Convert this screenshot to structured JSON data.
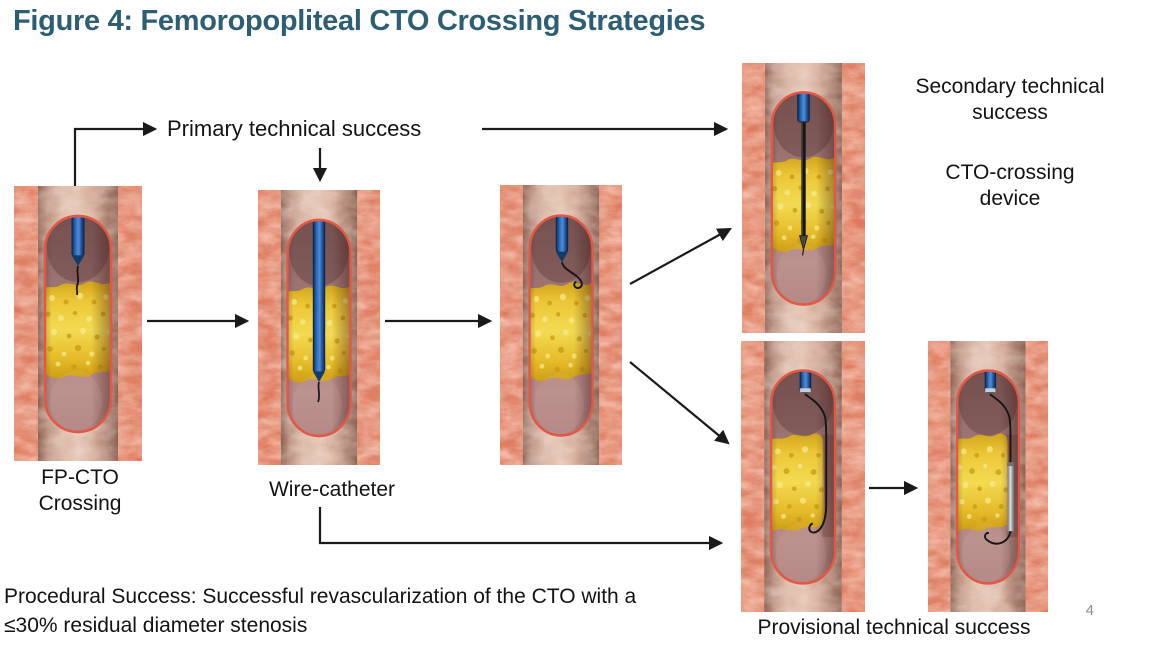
{
  "title": "Figure 4: Femoropopliteal CTO Crossing Strategies",
  "labels": {
    "primary": "Primary technical success",
    "secondary": "Secondary technical\nsuccess",
    "cto_device": "CTO-crossing\ndevice",
    "fp_cto": "FP-CTO\nCrossing",
    "wire_catheter": "Wire-catheter",
    "provisional": "Provisional technical success",
    "procedural": "Procedural Success: Successful revascularization of the CTO with a\n≤30% residual diameter stenosis",
    "page_number": "4"
  },
  "colors": {
    "title_text": "#2e5e73",
    "body_text": "#131313",
    "arrow": "#1a1a1a",
    "tissue": "#df7a5e",
    "vessel_wall": "#d6ab99",
    "lumen": "#a97e7b",
    "lumen_rim": "#e25847",
    "plaque": "#eec937",
    "catheter_blue": "#2d6cbd",
    "wire_black": "#161616",
    "support_catheter_gray": "#8f969c",
    "page_number_gray": "#8f8f8f"
  },
  "illustrations": [
    {
      "name": "vessel-fp-cto-crossing",
      "variant": "wire-at-cap",
      "depicts": "guidewire at proximal cap of occlusion"
    },
    {
      "name": "vessel-wire-catheter",
      "variant": "catheter-through",
      "depicts": "wire-catheter advanced through occlusion"
    },
    {
      "name": "vessel-wire-hook",
      "variant": "wire-hook",
      "depicts": "guidewire knuckled at proximal cap"
    },
    {
      "name": "vessel-cto-crossing-device",
      "variant": "device-through",
      "depicts": "CTO-crossing device through occlusion"
    },
    {
      "name": "vessel-subintimal-wire",
      "variant": "subintimal-wire",
      "depicts": "subintimal wire loop around occlusion"
    },
    {
      "name": "vessel-reentry-catheter",
      "variant": "support-catheter",
      "depicts": "support catheter with re-entry wire"
    }
  ]
}
